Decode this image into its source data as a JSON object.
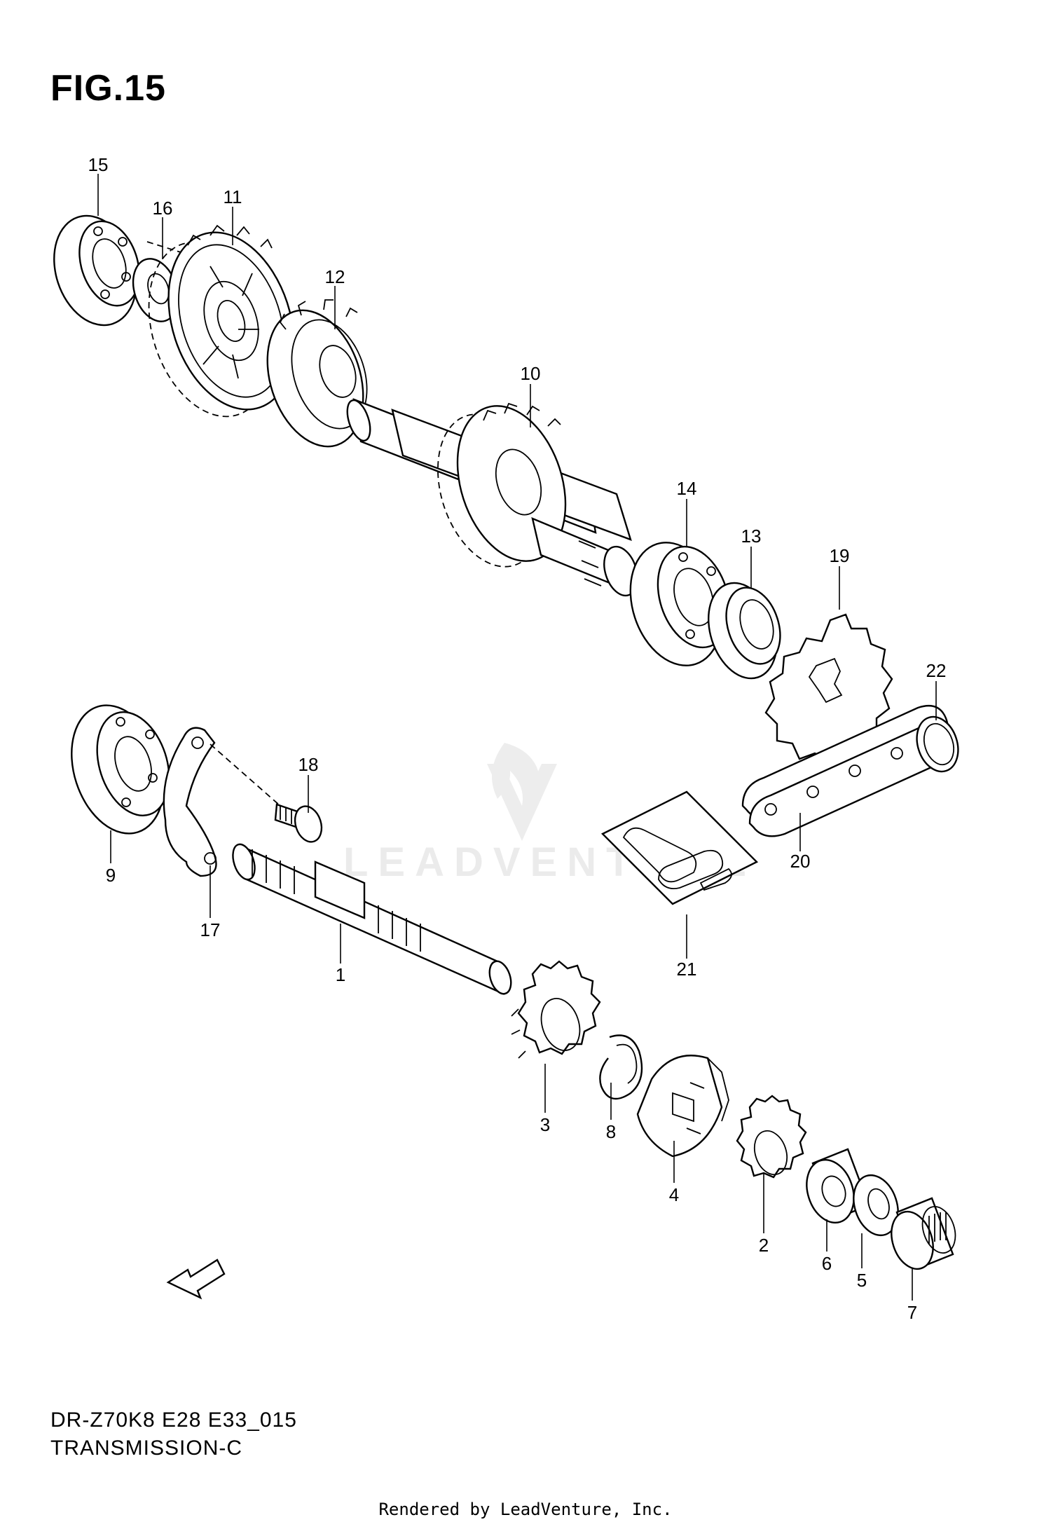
{
  "figure": {
    "title": "FIG.15",
    "model_code": "DR-Z70K8 E28 E33_015",
    "section_name": "TRANSMISSION-C",
    "direction_marker": "FWD",
    "watermark_text": "LEADVENTURE",
    "footer": "Rendered by LeadVenture, Inc."
  },
  "callouts": [
    {
      "id": "1",
      "label": "1"
    },
    {
      "id": "2",
      "label": "2"
    },
    {
      "id": "3",
      "label": "3"
    },
    {
      "id": "4",
      "label": "4"
    },
    {
      "id": "5",
      "label": "5"
    },
    {
      "id": "6",
      "label": "6"
    },
    {
      "id": "7",
      "label": "7"
    },
    {
      "id": "8",
      "label": "8"
    },
    {
      "id": "9",
      "label": "9"
    },
    {
      "id": "10",
      "label": "10"
    },
    {
      "id": "11",
      "label": "11"
    },
    {
      "id": "12",
      "label": "12"
    },
    {
      "id": "13",
      "label": "13"
    },
    {
      "id": "14",
      "label": "14"
    },
    {
      "id": "15",
      "label": "15"
    },
    {
      "id": "16",
      "label": "16"
    },
    {
      "id": "17",
      "label": "17"
    },
    {
      "id": "18",
      "label": "18"
    },
    {
      "id": "19",
      "label": "19"
    },
    {
      "id": "20",
      "label": "20"
    },
    {
      "id": "21",
      "label": "21"
    },
    {
      "id": "22",
      "label": "22"
    }
  ],
  "colors": {
    "ink": "#000000",
    "paper": "#ffffff",
    "watermark": "#e9e9e9"
  }
}
